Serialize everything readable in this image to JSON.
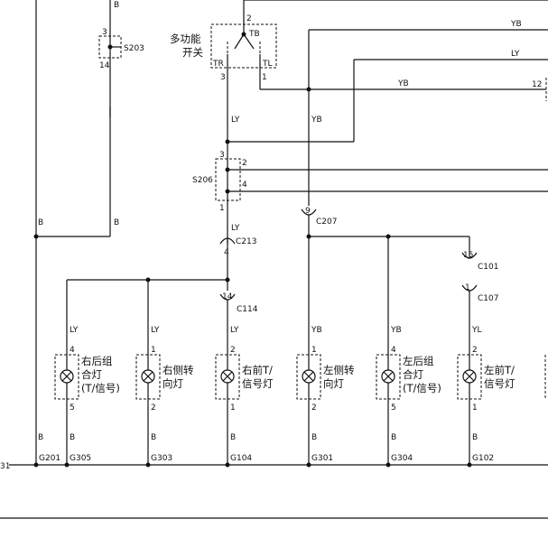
{
  "switch": {
    "lines": [
      "多功能",
      "开关"
    ],
    "pins": {
      "tb": "TB",
      "tr": "TR",
      "tl": "TL",
      "p2": "2",
      "p3": "3",
      "p1": "1"
    }
  },
  "wire_colors": {
    "B": "B",
    "LY": "LY",
    "YB": "YB",
    "YL": "YL",
    "LYtop": "LY"
  },
  "splices": {
    "s203": "S203",
    "s206": "S206"
  },
  "connectors": {
    "c207": "C207",
    "c213": "C213",
    "c114": "C114",
    "c101": "C101",
    "c107": "C107"
  },
  "pin_numbers": {
    "n3": "3",
    "n14": "14",
    "n1": "1",
    "n2": "2",
    "n4": "4",
    "n5": "5",
    "n9": "9",
    "n15": "15",
    "n12": "12"
  },
  "lamps": [
    {
      "lines": [
        "右后组",
        "合灯",
        "(T/信号)"
      ],
      "top_pin": "4",
      "bottom_pin": "5",
      "wire": "LY"
    },
    {
      "lines": [
        "右侧转",
        "向灯"
      ],
      "top_pin": "1",
      "bottom_pin": "2",
      "wire": "LY"
    },
    {
      "lines": [
        "右前T/",
        "信号灯"
      ],
      "top_pin": "2",
      "bottom_pin": "1",
      "wire": "LY"
    },
    {
      "lines": [
        "左侧转",
        "向灯"
      ],
      "top_pin": "1",
      "bottom_pin": "2",
      "wire": "YB"
    },
    {
      "lines": [
        "左后组",
        "合灯",
        "(T/信号)"
      ],
      "top_pin": "4",
      "bottom_pin": "5",
      "wire": "YB"
    },
    {
      "lines": [
        "左前T/",
        "信号灯"
      ],
      "top_pin": "2",
      "bottom_pin": "1",
      "wire": "YL"
    }
  ],
  "grounds": [
    "G201",
    "G305",
    "G303",
    "G104",
    "G301",
    "G304",
    "G102"
  ],
  "edge_label": "31"
}
